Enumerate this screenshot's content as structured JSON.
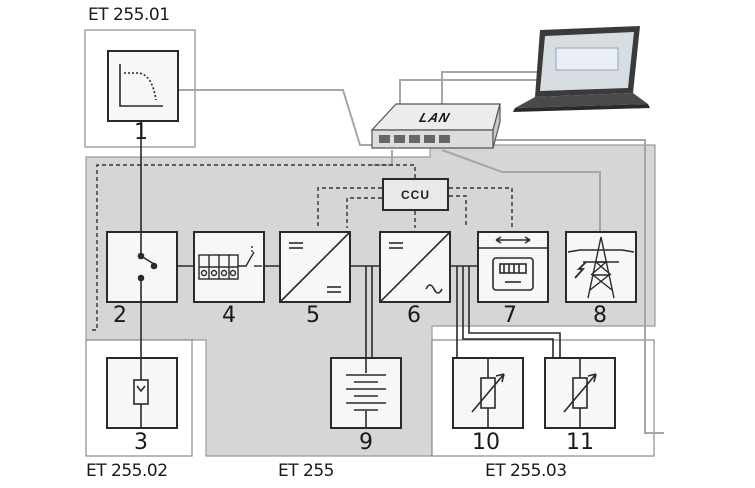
{
  "groups": {
    "et255": "ET 255",
    "et25501": "ET 255.01",
    "et25502": "ET 255.02",
    "et25503": "ET 255.03"
  },
  "components": {
    "c1": "1",
    "c2": "2",
    "c3": "3",
    "c4": "4",
    "c5": "5",
    "c6": "6",
    "c7": "7",
    "c8": "8",
    "c9": "9",
    "c10": "10",
    "c11": "11"
  },
  "ccu_label": "CCU",
  "lan_label": "LAN",
  "colors": {
    "panel_gray": "#d6d6d6",
    "wire_gray": "#a6a6a6",
    "dark": "#2a2a2a"
  },
  "icons": [
    "curve-icon",
    "switch-icon",
    "pv-module-icon",
    "fuse-switch-icon",
    "dc-dc-icon",
    "inverter-icon",
    "meter-icon",
    "pylon-icon",
    "battery-icon",
    "resistor-icon",
    "laptop-icon",
    "switch-hub-icon"
  ]
}
